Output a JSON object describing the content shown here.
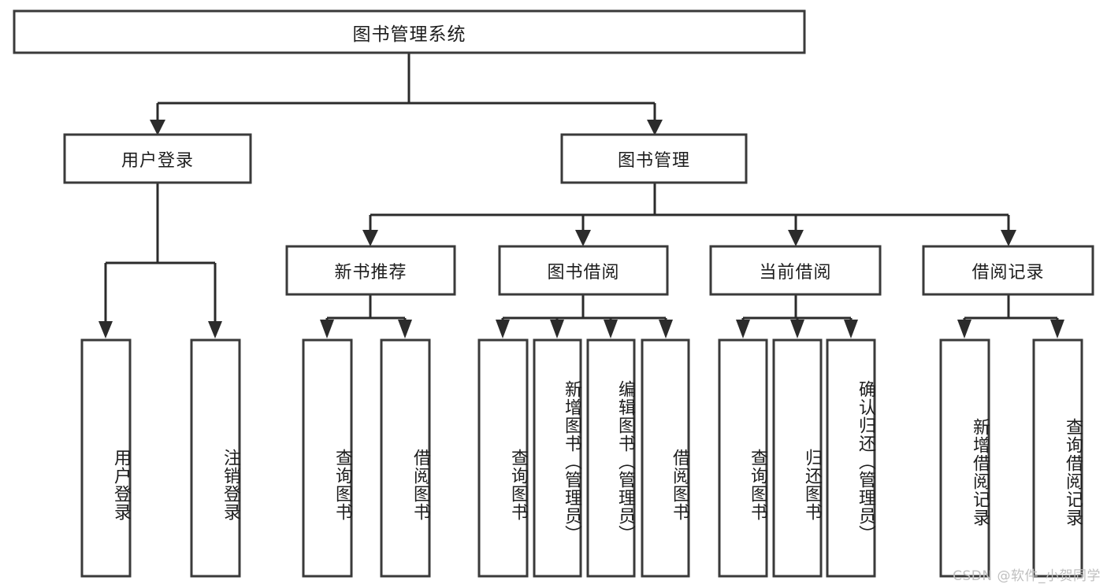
{
  "diagram": {
    "title": "图书管理系统",
    "type": "hierarchy-tree",
    "orientation": "top-down",
    "levels": 4,
    "root": {
      "label": "图书管理系统",
      "orientation": "horizontal"
    },
    "level2": [
      {
        "label": "用户登录",
        "orientation": "horizontal"
      },
      {
        "label": "图书管理",
        "orientation": "horizontal"
      }
    ],
    "level3": [
      {
        "label": "新书推荐",
        "orientation": "horizontal"
      },
      {
        "label": "图书借阅",
        "orientation": "horizontal"
      },
      {
        "label": "当前借阅",
        "orientation": "horizontal"
      },
      {
        "label": "借阅记录",
        "orientation": "horizontal"
      }
    ],
    "leaves_user_login": [
      {
        "label": "用户登录",
        "orientation": "vertical"
      },
      {
        "label": "注销登录",
        "orientation": "vertical"
      }
    ],
    "leaves_new_books": [
      {
        "label": "查询图书",
        "orientation": "vertical"
      },
      {
        "label": "借阅图书",
        "orientation": "vertical"
      }
    ],
    "leaves_book_borrow": [
      {
        "label": "查询图书",
        "orientation": "vertical"
      },
      {
        "label": "新增图书（管理员）",
        "orientation": "vertical"
      },
      {
        "label": "编辑图书（管理员）",
        "orientation": "vertical"
      },
      {
        "label": "借阅图书",
        "orientation": "vertical"
      }
    ],
    "leaves_current_borrow": [
      {
        "label": "查询图书",
        "orientation": "vertical"
      },
      {
        "label": "归还图书",
        "orientation": "vertical"
      },
      {
        "label": "确认归还（管理员）",
        "orientation": "vertical"
      }
    ],
    "leaves_borrow_records": [
      {
        "label": "新增借阅记录",
        "orientation": "vertical"
      },
      {
        "label": "查询借阅记录",
        "orientation": "vertical"
      }
    ]
  },
  "watermark": {
    "text": "CSDN @软件_小贺同学"
  },
  "colors": {
    "box_stroke": "#3a3a3a",
    "connector": "#2b2b2b",
    "text": "#1d1d1d",
    "background": "#ffffff",
    "watermark": "#bfbfbf"
  }
}
